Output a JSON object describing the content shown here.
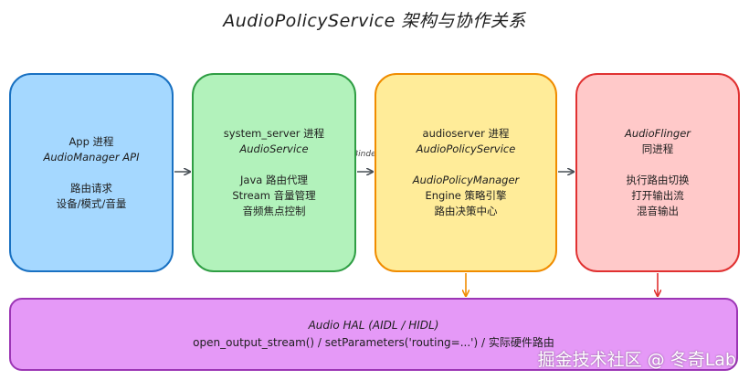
{
  "title": "AudioPolicyService 架构与协作关系",
  "boxes": {
    "app": {
      "lines": [
        "App 进程",
        "AudioManager API",
        "",
        "路由请求",
        "设备/模式/音量"
      ]
    },
    "system_server": {
      "lines": [
        "system_server 进程",
        "AudioService",
        "",
        "Java 路由代理",
        "Stream 音量管理",
        "音频焦点控制"
      ]
    },
    "audioserver": {
      "lines": [
        "audioserver 进程",
        "AudioPolicyService",
        "",
        "AudioPolicyManager",
        "Engine 策略引擎",
        "路由决策中心"
      ]
    },
    "audioflinger": {
      "lines": [
        "AudioFlinger",
        "同进程",
        "",
        "执行路由切换",
        "打开输出流",
        "混音输出"
      ]
    },
    "hal": {
      "lines": [
        "Audio HAL (AIDL / HIDL)",
        "open_output_stream() / setParameters('routing=...') / 实际硬件路由"
      ]
    }
  },
  "edge_labels": {
    "binder_ipc": "Binder IPC"
  },
  "watermark": "掘金技术社区 @ 冬奇Lab",
  "colors": {
    "app_fill": "#a5d8ff",
    "app_stroke": "#1971c2",
    "system_server_fill": "#b2f2bb",
    "system_server_stroke": "#2f9e44",
    "audioserver_fill": "#ffec99",
    "audioserver_stroke": "#f08c00",
    "audioflinger_fill": "#ffc9c9",
    "audioflinger_stroke": "#e03131",
    "hal_fill": "#e599f7",
    "hal_stroke": "#9c36b5",
    "arrow_gray": "#495057"
  }
}
